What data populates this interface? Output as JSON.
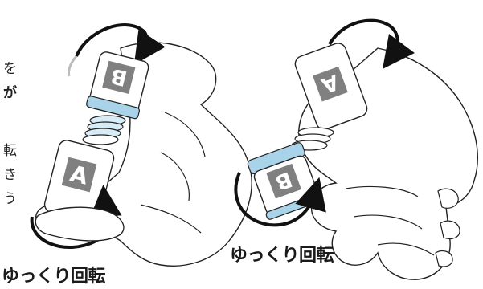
{
  "captions": {
    "left": "ゆっくり回転",
    "right": "ゆっくり回転"
  },
  "bottle_labels": {
    "left_top": "B",
    "left_bottom": "A",
    "right_top": "A",
    "right_bottom": "B"
  },
  "text_fragments": [
    "を",
    "が",
    "転",
    "き",
    "う"
  ],
  "colors": {
    "cap_blue": "#a9d3e8",
    "label_grey": "#808080",
    "ink": "#1a1a1a"
  }
}
